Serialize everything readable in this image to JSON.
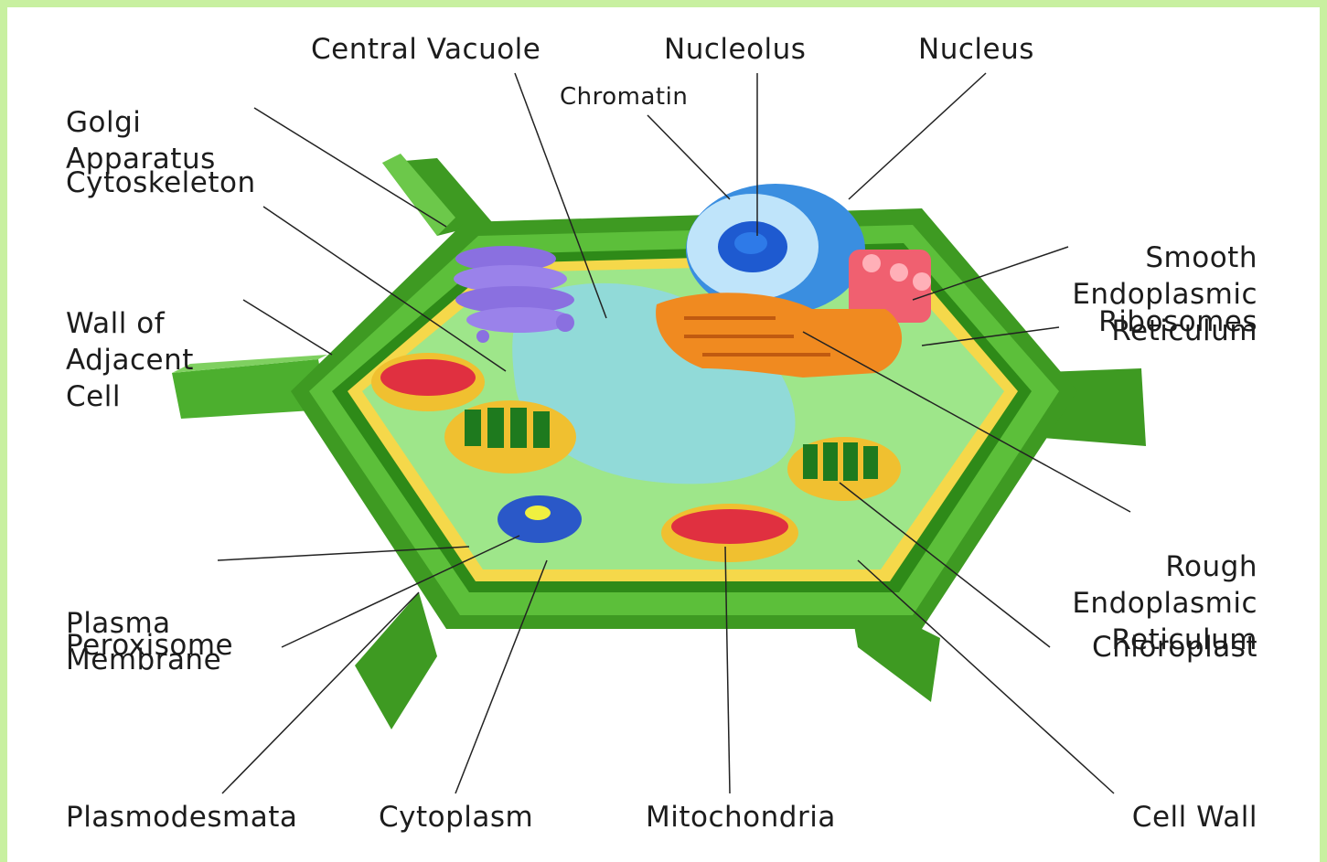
{
  "colors": {
    "page_border": "#c8f0a0",
    "cell_wall": "#4caf2e",
    "cell_wall_dark": "#2e7d1a",
    "membrane": "#f5d84a",
    "cytoplasm": "#9ee68a",
    "vacuole": "#8fd8e0",
    "nucleus": "#4aa8f0",
    "golgi": "#8a70e0",
    "mitochondria_outer": "#f0c030",
    "mitochondria_inner": "#e03040",
    "chloroplast_stack": "#1e7a1e",
    "rough_er": "#f08a20",
    "smooth_er": "#f06070"
  },
  "labels": {
    "golgi": [
      "Golgi",
      "Apparatus"
    ],
    "central_vacuole": "Central Vacuole",
    "nucleolus": "Nucleolus",
    "chromatin": "Chromatin",
    "nucleus": "Nucleus",
    "cytoskeleton": "Cytoskeleton",
    "wall_adjacent": [
      "Wall of",
      "Adjacent",
      "Cell"
    ],
    "smooth_er": [
      "Smooth",
      "Endoplasmic",
      "Reticulum"
    ],
    "ribosomes": "Ribosomes",
    "rough_er": [
      "Rough",
      "Endoplasmic",
      "Reticulum"
    ],
    "plasma_membrane": [
      "Plasma",
      "Membrane"
    ],
    "peroxisome": "Peroxisome",
    "chloroplast": "Chloroplast",
    "plasmodesmata": "Plasmodesmata",
    "cytoplasm": "Cytoplasm",
    "mitochondria": "Mitochondria",
    "cell_wall": "Cell Wall"
  }
}
